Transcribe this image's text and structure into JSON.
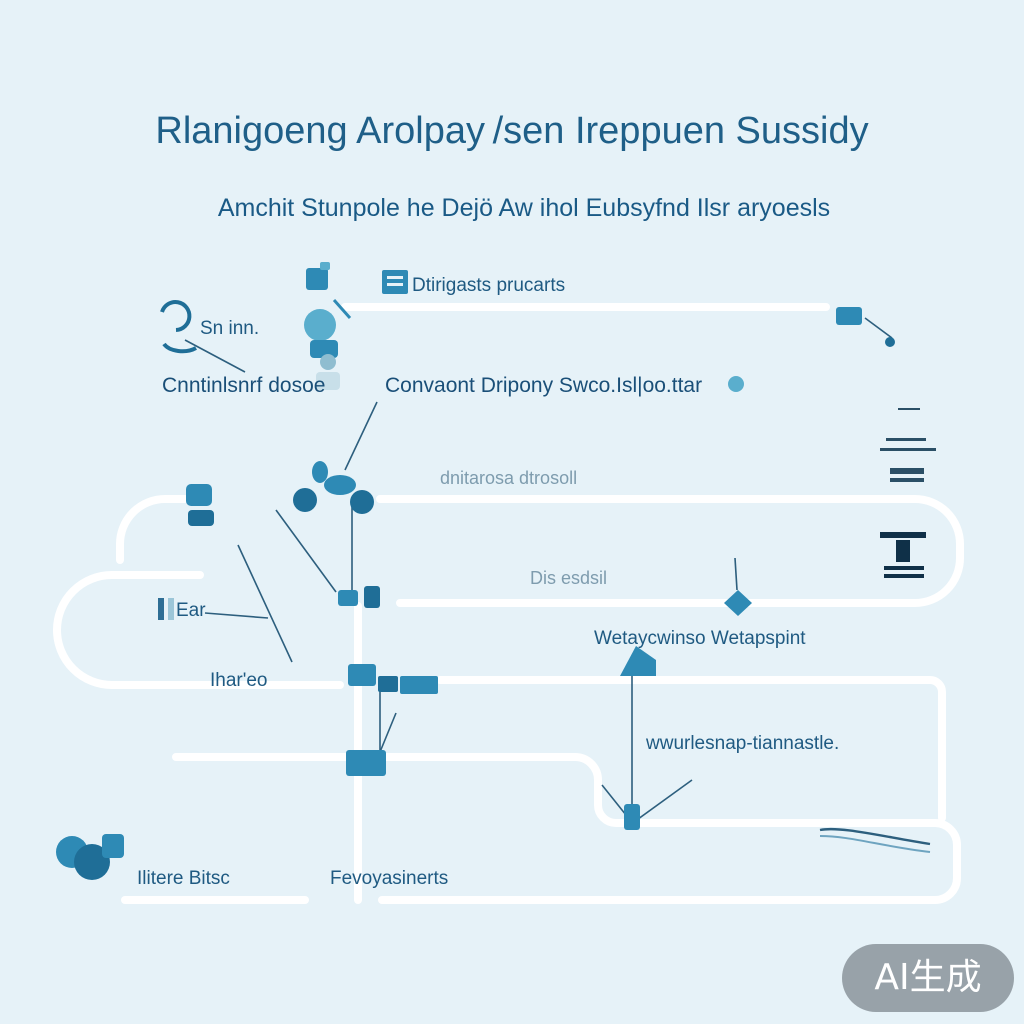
{
  "title": "Rlanigoeng Arolpay /sen Ireppuen Sussidy",
  "subtitle": "Amchit Stunpole he Dejö Aw ihol Eubsyfnd Ilsr aryoesls",
  "labels": {
    "top_row": "Dtirigasts prucarts",
    "left_icon": "Sn inn.",
    "left_text": "Cnntinlsnrf dosoe",
    "center_text": "Convaont Dripony Swco.Isl|oo.ttar",
    "upper_mid": "dnitarosa dtrosoll",
    "mid_row": "Dis esdsil",
    "left_small": "Ear",
    "right_mid": "Wetaycwinso Wetapspint",
    "left_lower": "Ihar'eo",
    "right_lower": "wwurlesnap-tiannastle.",
    "bottom_left": "Ilitere Bitsc",
    "bottom_mid": "Fevoyasinerts"
  },
  "badge": "AI生成",
  "icons": [
    "bucket-icon",
    "server-icon",
    "pump-icon",
    "worker-icon",
    "valve-icon",
    "drone-icon",
    "tank-icon",
    "gear-icon",
    "plant-icon",
    "filter-icon"
  ],
  "colors": {
    "background": "#e6f2f8",
    "track": "#ffffff",
    "accent": "#2e8ab5",
    "text": "#1f5a82"
  }
}
